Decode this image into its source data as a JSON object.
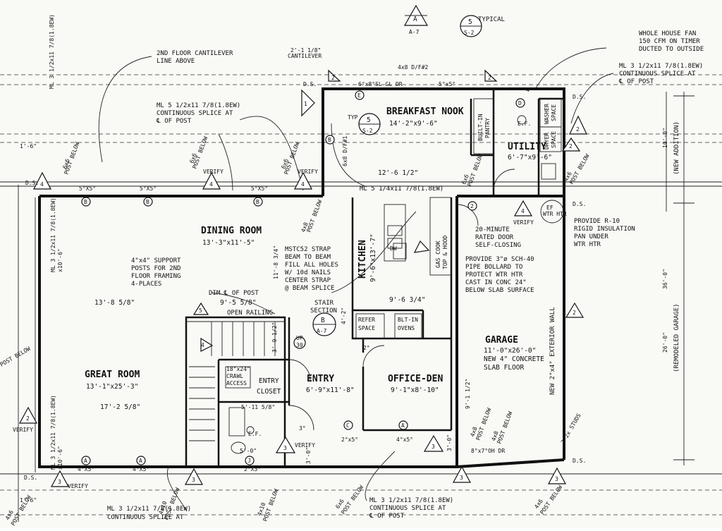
{
  "rooms": {
    "dining_name": "DINING ROOM",
    "dining_size": "13'-3\"x11'-5\"",
    "great_name": "GREAT ROOM",
    "great_size": "13'-1\"x25'-3\"",
    "kitchen_name": "KITCHEN",
    "kitchen_size": "9'-6\"x13'-7\"",
    "breakfast_name": "BREAKFAST NOOK",
    "breakfast_size": "14'-2\"x9'-6\"",
    "utility_name": "UTILITY",
    "utility_size": "6'-7\"x9'-6\"",
    "garage_name": "GARAGE",
    "garage_size": "11'-0\"x26'-0\"",
    "garage_note_1": "NEW 4\" CONCRETE",
    "garage_note_2": "SLAB FLOOR",
    "office_name": "OFFICE-DEN",
    "office_size": "9'-1\"x8'-10\"",
    "entry_name": "ENTRY",
    "entry_size": "6'-9\"x11'-8\"",
    "closet_entry": "ENTRY",
    "closet": "CLOSET"
  },
  "notes": {
    "cantilever_1": "2ND FLOOR CANTILEVER",
    "cantilever_2": "LINE ABOVE",
    "ml_top_1": "ML 5 1/2x11 7/8(1.8EW)",
    "ml_top_2": "CONTINUOUS SPLICE AT",
    "ml_top_3": "℄ OF POST",
    "fan_1": "WHOLE HOUSE FAN",
    "fan_2": "150 CFM ON TIMER",
    "fan_3": "DUCTED TO OUTSIDE",
    "ml_right_1": "ML 3 1/2x11 7/8(1.8EW)",
    "ml_right_2": "CONTINUOUS SPLICE AT",
    "ml_right_3": "℄ OF POST",
    "r10_1": "PROVIDE R-10",
    "r10_2": "RIGID INSULATION",
    "r10_3": "PAN UNDER",
    "r10_4": "WTR HTR",
    "door_1": "20-MINUTE",
    "door_2": "RATED DOOR",
    "door_3": "SELF-CLOSING",
    "bollard_1": "PROVIDE 3\"ø SCH-40",
    "bollard_2": "PIPE BOLLARD TO",
    "bollard_3": "PROTECT WTR HTR",
    "bollard_4": "CAST IN CONC 24\"",
    "bollard_5": "BELOW SLAB SURFACE",
    "posts_1": "4\"x4\" SUPPORT",
    "posts_2": "POSTS FOR 2ND",
    "posts_3": "FLOOR FRAMING",
    "posts_4": "4-PLACES",
    "strap_1": "MSTC52 STRAP",
    "strap_2": "BEAM TO BEAM",
    "strap_3": "FILL ALL HOLES",
    "strap_4": "W/ 10d NAILS",
    "strap_5": "CENTER STRAP",
    "strap_6": "@ BEAM SPLICE",
    "ml_mid": "ML 5 1/4x11 7/8(1.8EW)",
    "ml_left_a": "ML 3 1/2x11 7/8(1.8EW)",
    "ml_left_a2": "x10'-6\"",
    "ml_left_b": "ML 3 1/2x11 7/8(1.8EW)",
    "ml_left_b2": "x10'-6\"",
    "ml_bot_1": "ML 3 1/2x11 7/8(1.8EW)",
    "ml_bot_2": "CONTINUOUS SPLICE AT",
    "ml_bot_3": "℄ OF POST",
    "ml_botl_1": "ML 3 1/2x11 7/8(1.8EW)",
    "ml_botl_2": "CONTINUOUS SPLICE AT",
    "dim_post": "DIM ℄ OF POST",
    "open_railing": "OPEN RAILING",
    "stair_1": "STAIR",
    "stair_2": "SECTION",
    "exterior_wall": "NEW 2\"x4\" EXTERIOR WALL",
    "new_addition": "(NEW ADDITION)",
    "remodeled_garage": "(REMODELED GARAGE)",
    "typical": "TYPICAL",
    "cantilever_lbl": "CANTILEVER",
    "cantilever_dim": "2'-1 1/8\"",
    "built_in_pantry_1": "BUILT-IN",
    "built_in_pantry_2": "PANTRY",
    "washer_1": "WASHER",
    "washer_2": "SPACE",
    "dryer_1": "DRYER",
    "dryer_2": "SPACE",
    "refer_1": "REFER",
    "refer_2": "SPACE",
    "blt_in_1": "BLT-IN",
    "blt_in_2": "OVENS",
    "gas_cook_1": "GAS COOK",
    "gas_cook_2": "TOP & HOOD",
    "crawl_1": "18\"x24\"",
    "crawl_2": "CRAWL",
    "crawl_3": "ACCESS",
    "verify": "VERIFY",
    "post_below": "POST BELOW",
    "ds": "D.S.",
    "dw": "DW",
    "ef": "E.F.",
    "wtr_htr": "WTR HTR",
    "ef2": "EF",
    "studs": "2-2x STUDS",
    "door_oh": "8°x7°OH DR",
    "typ": "TYP",
    "df_top": "4x8 D/F#2",
    "df_left": "6x8 D/F#1",
    "sl_gl": "6°x8°SL GL DR",
    "up": "UP",
    "up_num": "30"
  },
  "dims": {
    "d_13_8": "13'-8 5/8\"",
    "d_12_6": "12'-6 1/2\"",
    "d_9_5": "9'-5 5/8\"",
    "d_9_6": "9'-6 3/4\"",
    "d_17_2": "17'-2 5/8\"",
    "d_5_11": "5'-11 5/8\"",
    "d_1_6a": "1'-6\"",
    "d_1_6b": "1'-6\"",
    "d_3_9": "3'-9 1/2\"",
    "d_11_8": "11'-8 3/4\"",
    "d_9_1": "9'-1 1/2\"",
    "d_4_2": "4'-2\"",
    "d_3_0a": "3'-0\"",
    "d_3_0b": "3'-0\"",
    "d_5_0": "5'-0\"",
    "d_10_0": "10'-0\"",
    "d_36_0": "36'-0\"",
    "d_26_0": "26'-0\"",
    "w_5x5a": "5°X5°",
    "w_5x5b": "5°X5°",
    "w_5x5c": "5°X5°",
    "w_5x5d": "5°x5°",
    "w_4x5a": "4°X5°",
    "w_4x5b": "4°X5°",
    "w_4x5c": "4°x5°",
    "w_2x5": "2°x5°",
    "w_2x3": "2°X3°",
    "w_3_0": "3°",
    "w_2_5": "2°",
    "w_4x0": "4°"
  },
  "tags": {
    "A": "A",
    "A7": "A-7",
    "five": "5",
    "S2": "S-2",
    "B": "B",
    "C": "C",
    "D": "D",
    "E": "E",
    "J": "J",
    "one": "1",
    "two": "2",
    "three": "3",
    "four": "4",
    "five_small": "5",
    "post_4x4": "4x6",
    "post_6x6": "6x6",
    "post_4x8": "4x8",
    "post_4x10": "4x10"
  }
}
